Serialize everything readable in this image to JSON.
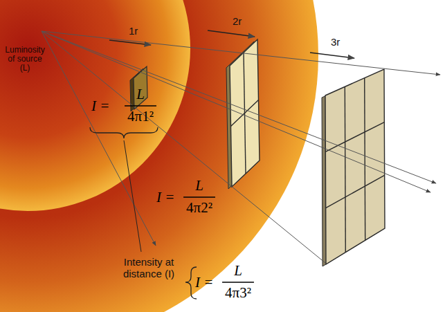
{
  "diagram": {
    "labels": [
      "Luminosity of source (L)",
      "1r",
      "2r",
      "3r",
      "I =",
      "L",
      "4π1²",
      "I =",
      "L",
      "4π2²",
      "Intensity at distance (I)",
      "I =",
      "L",
      "4π3²"
    ]
  }
}
